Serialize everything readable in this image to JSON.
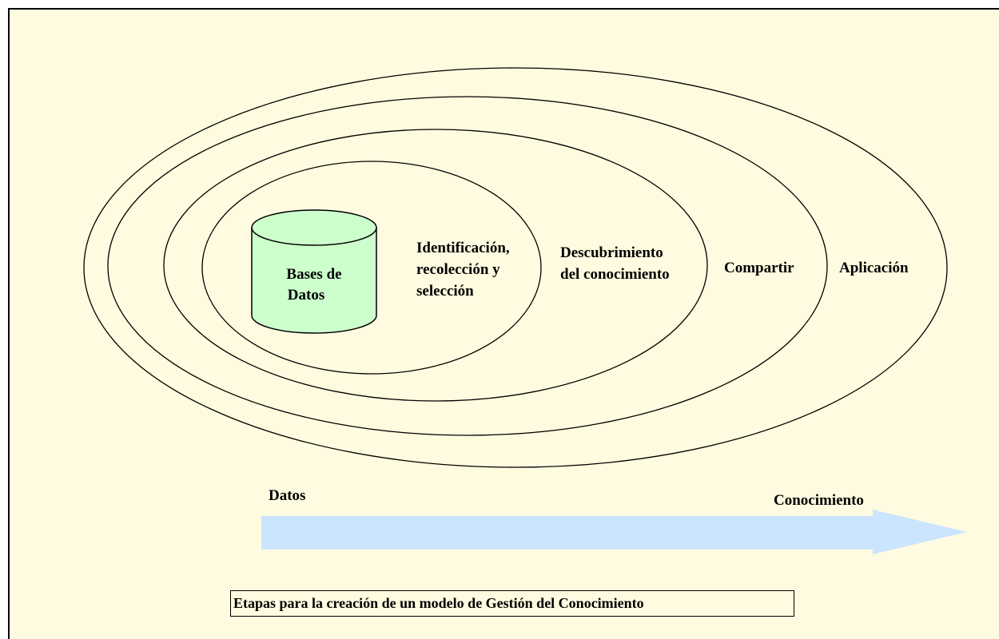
{
  "diagram": {
    "database": {
      "line1": "Bases de",
      "line2": "Datos",
      "fill_color": "#ccffcc"
    },
    "stages": [
      {
        "lines": [
          "Identificación,",
          "recolección y",
          "selección"
        ]
      },
      {
        "lines": [
          "Descubrimiento",
          "del conocimiento"
        ]
      },
      {
        "lines": [
          "Compartir"
        ]
      },
      {
        "lines": [
          "Aplicación"
        ]
      }
    ],
    "arrow": {
      "start_label": "Datos",
      "end_label": "Conocimiento",
      "color": "#cce5ff"
    },
    "caption": "Etapas para la creación de un modelo de Gestión del Conocimiento",
    "background_color": "#fffbe0"
  }
}
